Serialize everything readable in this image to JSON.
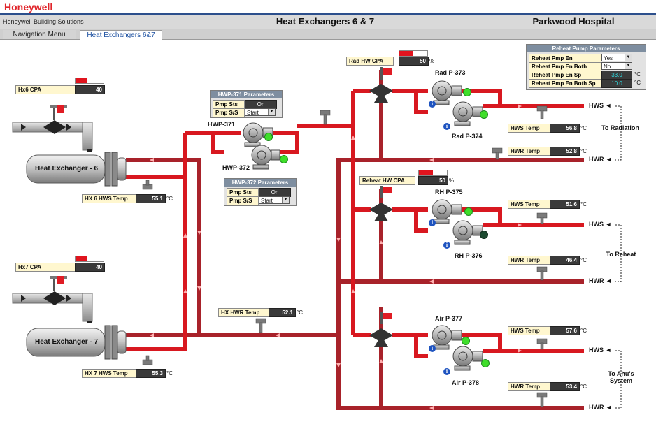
{
  "header": {
    "brand": "Honeywell",
    "company": "Honeywell Building Solutions",
    "title": "Heat Exchangers 6 & 7",
    "site": "Parkwood Hospital"
  },
  "tabs": [
    {
      "label": "Navigation Menu",
      "active": false
    },
    {
      "label": "Heat Exchangers 6&7",
      "active": true
    }
  ],
  "equipment": {
    "hx6": "Heat Exchanger - 6",
    "hx7": "Heat Exchanger - 7"
  },
  "readouts": {
    "hx6_cpa": {
      "label": "Hx6 CPA",
      "value": "40",
      "level": 0.4
    },
    "hx7_cpa": {
      "label": "Hx7 CPA",
      "value": "40",
      "level": 0.4
    },
    "hx6_hws": {
      "label": "HX 6 HWS Temp",
      "value": "55.1",
      "unit": "°C"
    },
    "hx7_hws": {
      "label": "HX 7 HWS Temp",
      "value": "55.3",
      "unit": "°C"
    },
    "hx_hwr": {
      "label": "HX HWR Temp",
      "value": "52.1",
      "unit": "°C"
    },
    "rad_cpa": {
      "label": "Rad HW CPA",
      "value": "50",
      "unit": "%",
      "level": 0.5
    },
    "reheat_cpa": {
      "label": "Reheat HW CPA",
      "value": "50",
      "unit": "%",
      "level": 0.5
    },
    "rad_hws": {
      "label": "HWS Temp",
      "value": "56.8",
      "unit": "°C"
    },
    "rad_hwr": {
      "label": "HWR Temp",
      "value": "52.8",
      "unit": "°C"
    },
    "reheat_hws": {
      "label": "HWS Temp",
      "value": "51.6",
      "unit": "°C"
    },
    "reheat_hwr": {
      "label": "HWR Temp",
      "value": "46.4",
      "unit": "°C"
    },
    "air_hws": {
      "label": "HWS Temp",
      "value": "57.6",
      "unit": "°C"
    },
    "air_hwr": {
      "label": "HWR Temp",
      "value": "53.4",
      "unit": "°C"
    }
  },
  "hwp371": {
    "title": "HWP-371 Parameters",
    "sts_label": "Pmp Sts",
    "sts_value": "On",
    "ss_label": "Pmp S/S",
    "ss_value": "Start"
  },
  "hwp372": {
    "title": "HWP-372 Parameters",
    "sts_label": "Pmp Sts",
    "sts_value": "On",
    "ss_label": "Pmp S/S",
    "ss_value": "Start"
  },
  "reheat_params": {
    "title": "Reheat Pump Parameters",
    "rows": [
      {
        "label": "Reheat Pmp En",
        "value": "Yes",
        "unit": ""
      },
      {
        "label": "Reheat Pmp En Both",
        "value": "No",
        "unit": ""
      },
      {
        "label": "Reheat Pmp En Sp",
        "value": "33.0",
        "unit": "°C"
      },
      {
        "label": "Reheat Pmp En Both Sp",
        "value": "10.0",
        "unit": "°C"
      }
    ]
  },
  "pumps": {
    "hwp371": "HWP-371",
    "hwp372": "HWP-372",
    "rad373": "Rad P-373",
    "rad374": "Rad P-374",
    "rh375": "RH P-375",
    "rh376": "RH P-376",
    "air377": "Air P-377",
    "air378": "Air P-378"
  },
  "loops": {
    "hws": "HWS",
    "hwr": "HWR",
    "to_radiation": "To Radiation",
    "to_reheat": "To Reheat",
    "to_ahus": "To Ahu's System"
  },
  "colors": {
    "supply_pipe": "#d81820",
    "return_pipe": "#a8222a",
    "running": "#3fde2a",
    "stopped": "#1c4a30",
    "info": "#1f54c0"
  }
}
